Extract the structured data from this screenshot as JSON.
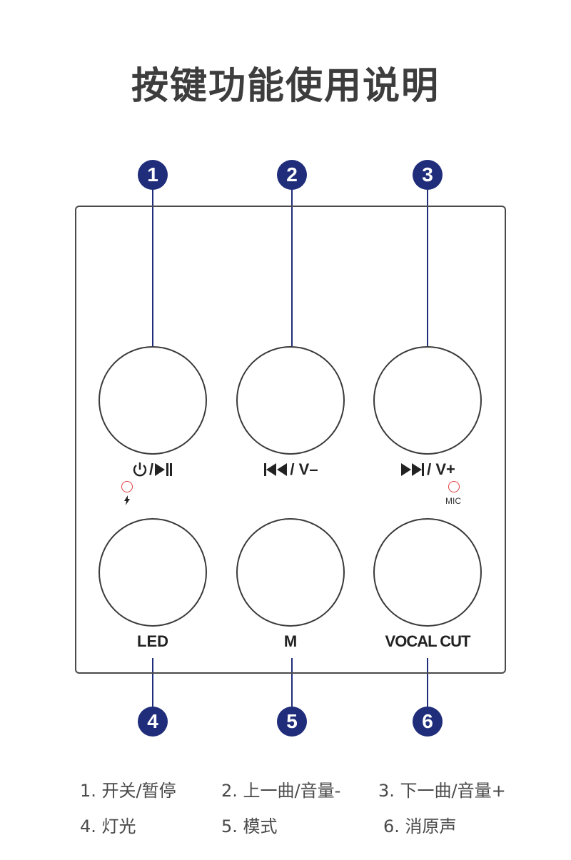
{
  "title": "按键功能使用说明",
  "badges": [
    "1",
    "2",
    "3",
    "4",
    "5",
    "6"
  ],
  "buttons": {
    "b1_sep": "/",
    "b2_text": "/ V–",
    "b3_text": "/ V+",
    "b4_label": "LED",
    "b5_label": "M",
    "b6_label": "VOCAL CUT",
    "mic_label": "MIC"
  },
  "legend": [
    "1. 开关/暂停",
    "2. 上一曲/音量-",
    "3. 下一曲/音量+",
    "4. 灯光",
    "5. 模式",
    "6. 消原声"
  ],
  "colors": {
    "badge": "#1f2d7a",
    "indicator": "#e04040"
  }
}
